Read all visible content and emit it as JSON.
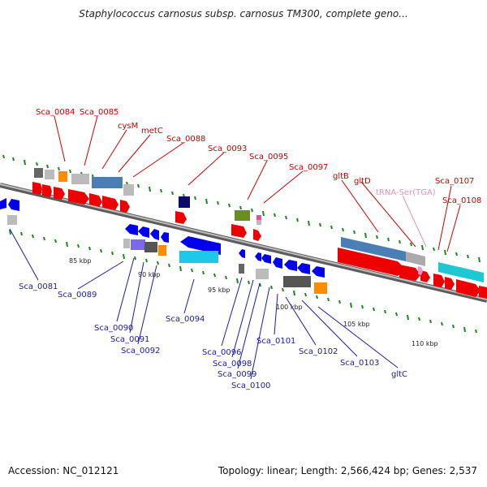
{
  "title": "Staphylococcus carnosus subsp. carnosus TM300, complete geno...",
  "footer": {
    "accession": "Accession: NC_012121",
    "summary": "Topology: linear; Length: 2,566,424 bp; Genes: 2,537"
  },
  "scale_labels": [
    "85 kbp",
    "90 kbp",
    "95 kbp",
    "100 kbp",
    "105 kbp",
    "110 kbp"
  ],
  "genes_top": [
    "Sca_0084",
    "Sca_0085",
    "cysM",
    "metC",
    "Sca_0088",
    "Sca_0093",
    "Sca_0095",
    "Sca_0097",
    "gltB",
    "gltD",
    "tRNA-Ser(TGA)",
    "Sca_0107",
    "Sca_0108"
  ],
  "genes_bottom": [
    "Sca_0081",
    "Sca_0089",
    "Sca_0090",
    "Sca_0091",
    "Sca_0092",
    "Sca_0094",
    "Sca_0096",
    "Sca_0098",
    "Sca_0099",
    "Sca_0100",
    "Sca_0101",
    "Sca_0102",
    "Sca_0103",
    "gltC"
  ],
  "colors": {
    "forward_label": "#cc0000",
    "reverse_label": "#1a1aa6",
    "trna_label": "#e88fb8",
    "tick": "#1a8a1a",
    "backbone": "#8a8a8a"
  }
}
